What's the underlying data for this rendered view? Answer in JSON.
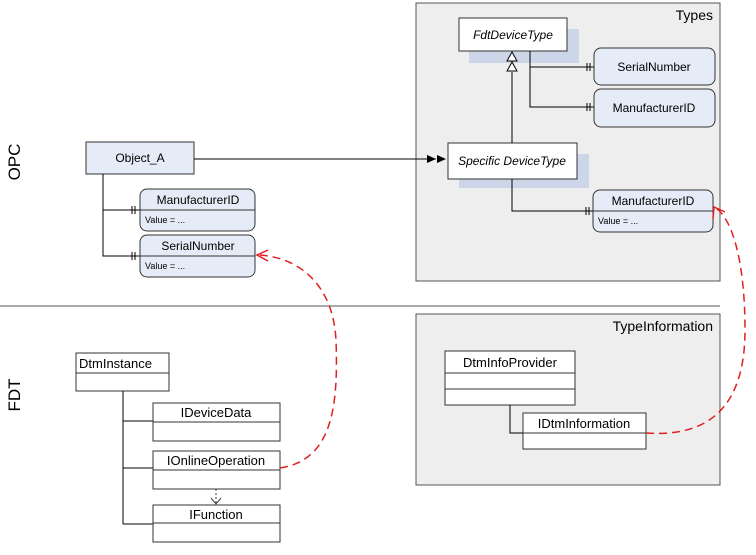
{
  "sections": {
    "opc": "OPC",
    "fdt": "FDT"
  },
  "panels": {
    "types": "Types",
    "type_information": "TypeInformation"
  },
  "opc": {
    "object_a": "Object_A",
    "manufacturer_id": {
      "title": "ManufacturerID",
      "value": "Value = ..."
    },
    "serial_number": {
      "title": "SerialNumber",
      "value": "Value = ..."
    }
  },
  "types": {
    "fdt_device_type": "FdtDeviceType",
    "serial_number": "SerialNumber",
    "manufacturer_id": "ManufacturerID",
    "specific_device_type": "Specific DeviceType",
    "specific_manufacturer_id": {
      "title": "ManufacturerID",
      "value": "Value = ..."
    }
  },
  "fdt": {
    "dtm_instance": "DtmInstance",
    "i_device_data": "IDeviceData",
    "i_online_operation": "IOnlineOperation",
    "i_function": "IFunction"
  },
  "type_information": {
    "dtm_info_provider": "DtmInfoProvider",
    "i_dtm_information": "IDtmInformation"
  },
  "colors": {
    "panel_fill": "#eeeeee",
    "node_fill": "#e6ecf7",
    "shadow": "#cdd6e8",
    "dashed_link": "#e02020"
  }
}
